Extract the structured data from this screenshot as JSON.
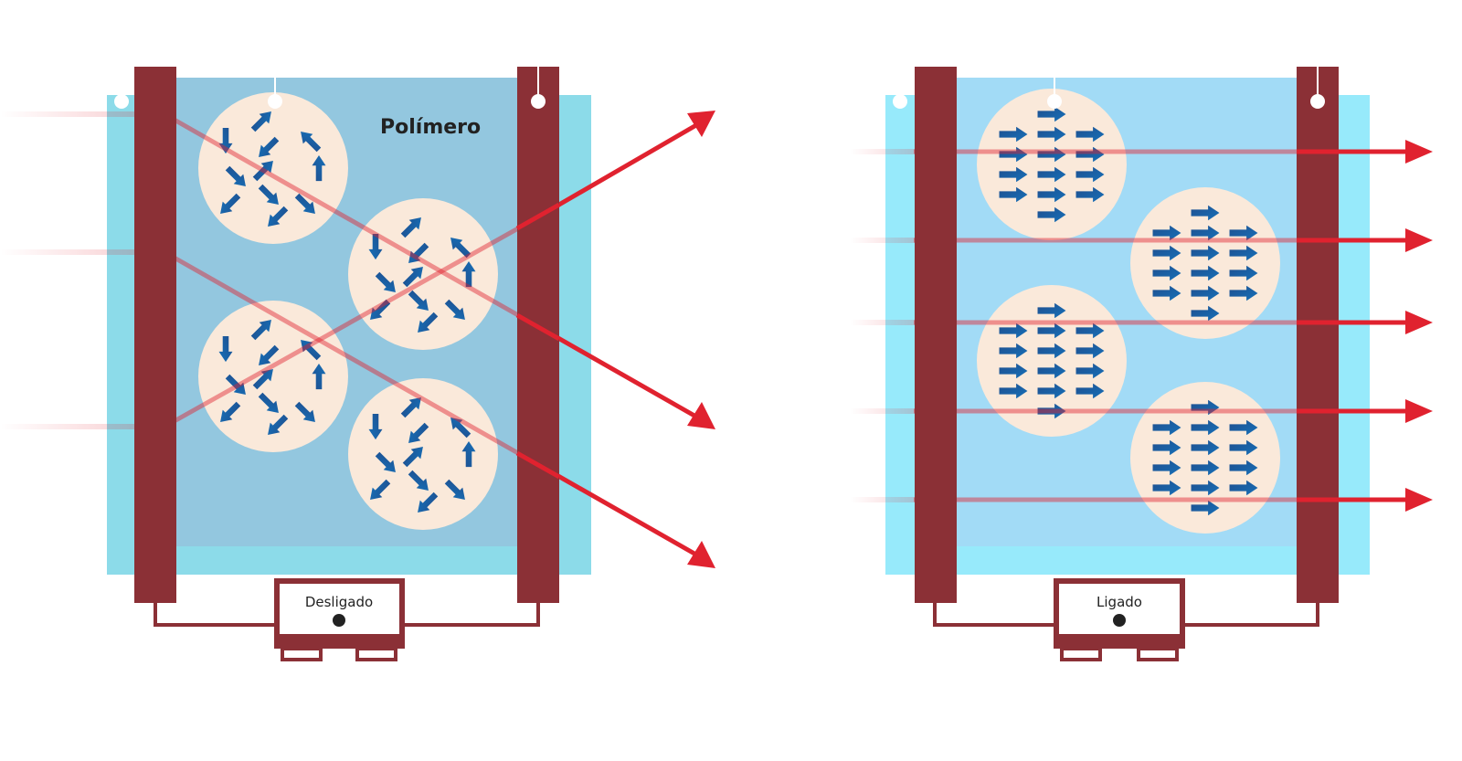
{
  "diagram": {
    "subject": "Polymer dispersed liquid crystal cell - off vs on state",
    "polymer_label": "Polímero",
    "colors": {
      "electrode": "#8b3036",
      "glass_off": "#8cdbe9",
      "glass_on": "#97eafb",
      "polymer_off": "#93c7df",
      "polymer_on": "#a2dbf6",
      "droplet": "#fae9da",
      "molecule_arrow": "#1a62a8",
      "light_ray": "#e0222f",
      "wire": "#8b3036",
      "indicator_dot": "#222222"
    },
    "panels": [
      {
        "id": "off",
        "switch_label": "Desligado",
        "state": "off",
        "droplets": 4,
        "molecule_orientation": "random",
        "light_behavior": "scattered",
        "incoming_rays": 3,
        "outgoing_rays": 3
      },
      {
        "id": "on",
        "switch_label": "Ligado",
        "state": "on",
        "droplets": 4,
        "molecule_orientation": "aligned",
        "light_behavior": "transmitted",
        "incoming_rays": 5,
        "outgoing_rays": 5
      }
    ]
  }
}
